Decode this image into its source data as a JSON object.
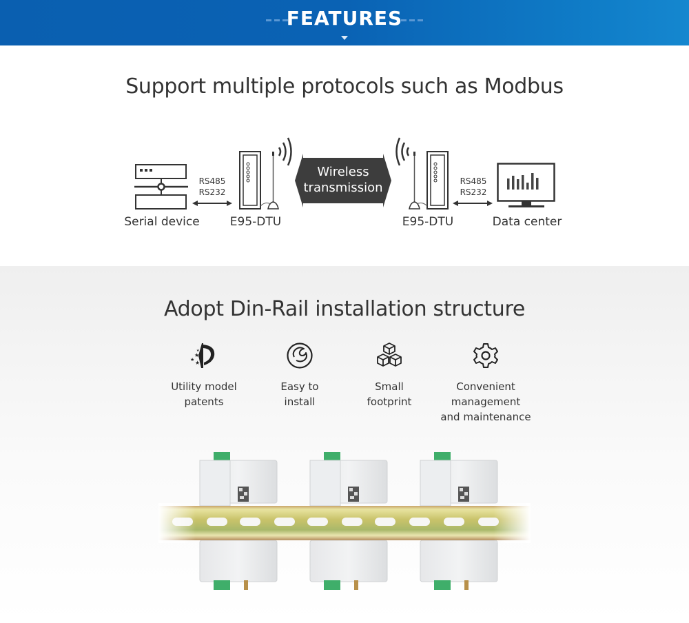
{
  "banner": {
    "title": "FEATURES"
  },
  "protocols": {
    "title": "Support multiple protocols such as Modbus",
    "nodes": [
      {
        "label": "Serial device",
        "icon": "serial-device-icon"
      },
      {
        "label": "E95-DTU",
        "icon": "dtu-device-icon"
      },
      {
        "label": "E95-DTU",
        "icon": "dtu-device-icon"
      },
      {
        "label": "Data center",
        "icon": "monitor-chart-icon"
      }
    ],
    "links": [
      {
        "line1": "RS485",
        "line2": "RS232"
      },
      {
        "line1": "RS485",
        "line2": "RS232"
      }
    ],
    "wireless": {
      "line1": "Wireless",
      "line2": "transmission"
    }
  },
  "installation": {
    "title": "Adopt Din-Rail installation structure",
    "features": [
      {
        "icon": "patent-icon",
        "line1": "Utility model",
        "line2": "patents",
        "line3": ""
      },
      {
        "icon": "wrench-circle-icon",
        "line1": "Easy to",
        "line2": "install",
        "line3": ""
      },
      {
        "icon": "cubes-icon",
        "line1": "Small",
        "line2": "footprint",
        "line3": ""
      },
      {
        "icon": "gear-icon",
        "line1": "Convenient",
        "line2": "management",
        "line3": "and maintenance"
      }
    ]
  },
  "colors": {
    "banner": "#0a62b4",
    "icon_dark": "#3a3a3a",
    "wireless_bg": "#3d3d3d"
  }
}
